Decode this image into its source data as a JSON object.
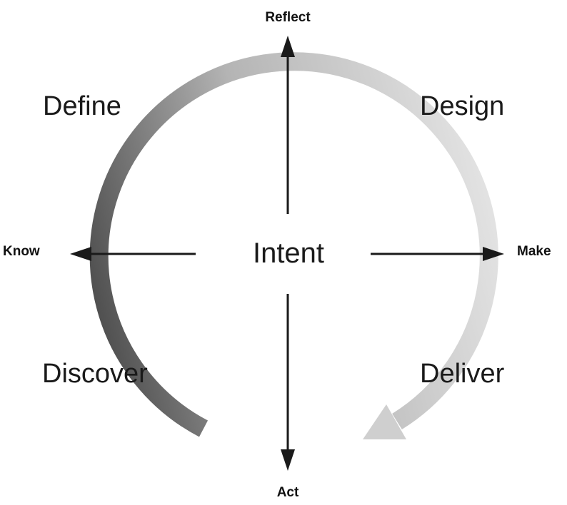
{
  "center": "Intent",
  "axes": {
    "top": "Reflect",
    "bottom": "Act",
    "left": "Know",
    "right": "Make"
  },
  "phases": {
    "top_left": "Define",
    "top_right": "Design",
    "bottom_left": "Discover",
    "bottom_right": "Deliver"
  },
  "colors": {
    "arrow": "#1a1a1a",
    "cycle_dark": "#555555",
    "cycle_light": "#e2e2e2"
  }
}
